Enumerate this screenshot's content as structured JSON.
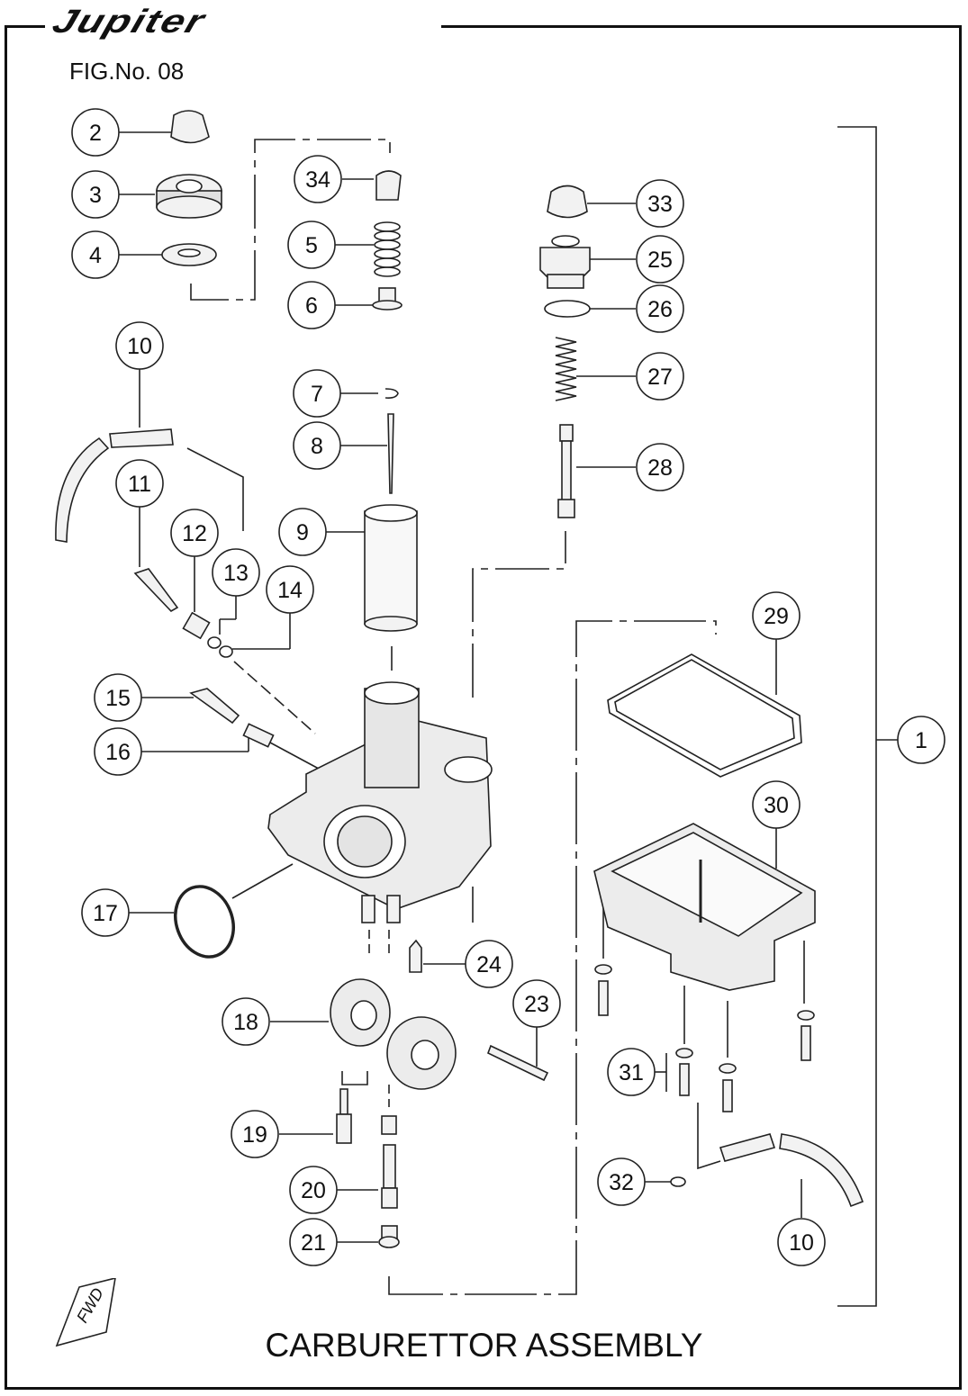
{
  "brand": "Jupiter",
  "figure_label": "FIG.No. 08",
  "title": "CARBURETTOR ASSEMBLY",
  "fwd_mark": "FWD",
  "callouts": [
    "1",
    "2",
    "3",
    "4",
    "5",
    "6",
    "7",
    "8",
    "9",
    "10",
    "11",
    "12",
    "13",
    "14",
    "15",
    "16",
    "17",
    "18",
    "19",
    "20",
    "21",
    "23",
    "24",
    "25",
    "26",
    "27",
    "28",
    "29",
    "30",
    "31",
    "32",
    "33",
    "34",
    "10"
  ]
}
